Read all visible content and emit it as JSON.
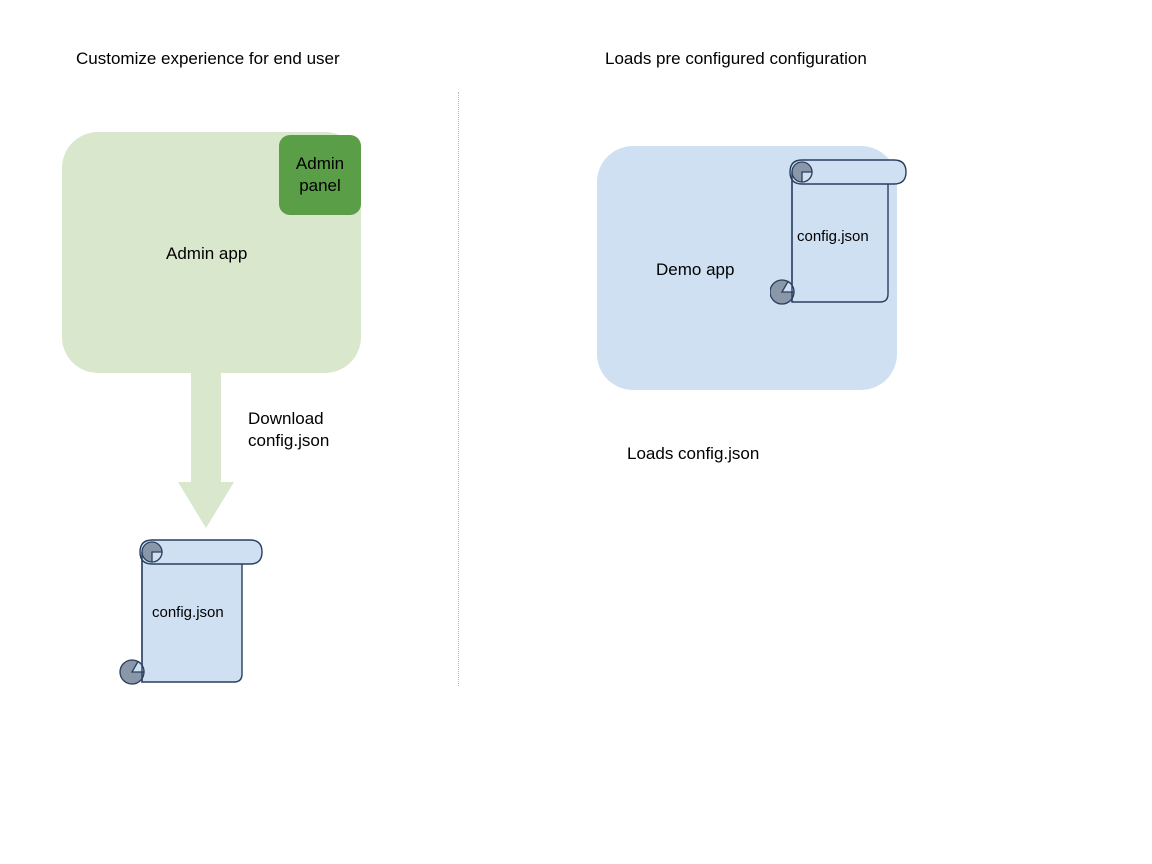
{
  "diagram": {
    "background": "#ffffff",
    "divider": {
      "name": "dotted-divider",
      "color": "#b8b8b8",
      "style": "dotted"
    }
  },
  "left_panel": {
    "title": "Customize experience for end user",
    "app_box": {
      "label": "Admin app",
      "fill": "#d9e7cd"
    },
    "badge": {
      "line1": "Admin",
      "line2": "panel",
      "fill": "#5a9e48"
    },
    "arrow": {
      "label_line1": "Download",
      "label_line2": "config.json",
      "fill": "#d9e7cd",
      "direction": "down"
    },
    "document": {
      "label": "config.json",
      "fill": "#cfe0f3",
      "stroke": "#2a3f5f",
      "roll_fill": "#8a97a8"
    }
  },
  "right_panel": {
    "title": "Loads pre configured configuration",
    "app_box": {
      "label": "Demo app",
      "fill": "#cfe0f3"
    },
    "document": {
      "label": "config.json",
      "fill": "#cfe0f3",
      "stroke": "#2a3f5f",
      "roll_fill": "#8a97a8"
    },
    "caption": "Loads config.json"
  }
}
